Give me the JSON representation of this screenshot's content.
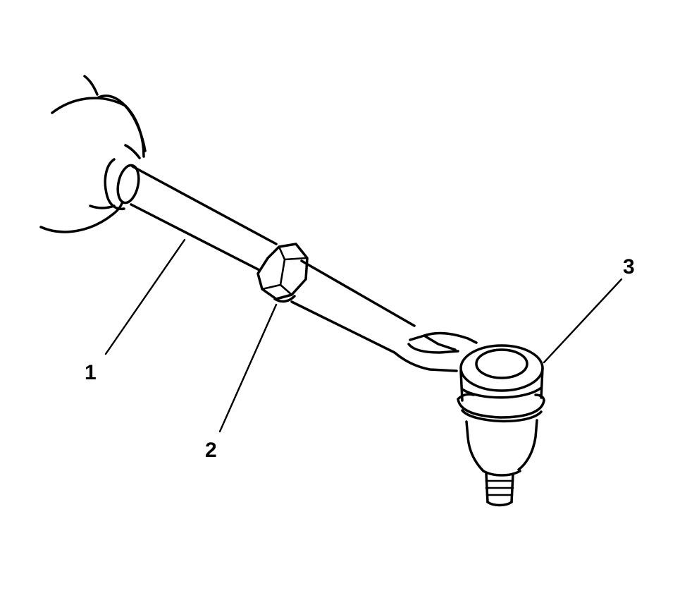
{
  "callouts": [
    {
      "id": "1",
      "label": "1"
    },
    {
      "id": "2",
      "label": "2"
    },
    {
      "id": "3",
      "label": "3"
    }
  ],
  "colors": {
    "stroke": "#000000",
    "background": "#ffffff"
  }
}
